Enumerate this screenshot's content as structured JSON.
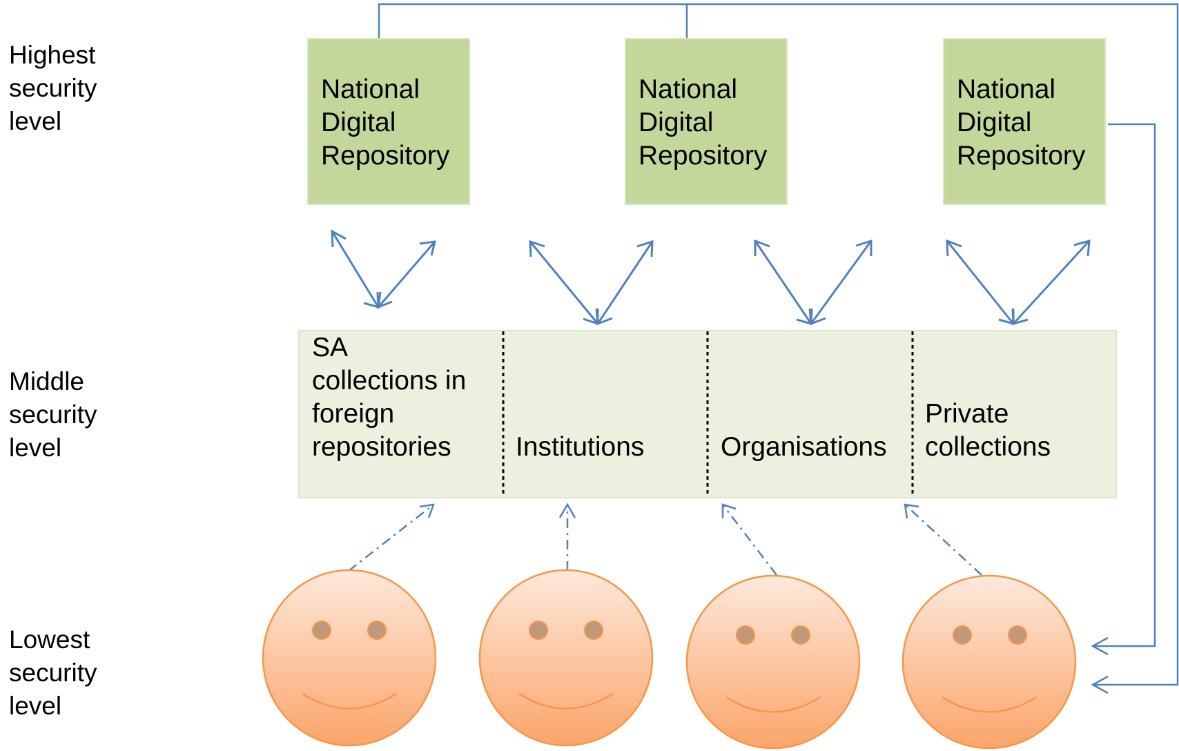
{
  "levels": {
    "highest": [
      "Highest",
      "security",
      "level"
    ],
    "middle": [
      "Middle",
      "security",
      "level"
    ],
    "lowest": [
      "Lowest",
      "security",
      "level"
    ]
  },
  "repositories": [
    {
      "lines": [
        "National",
        "Digital",
        "Repository"
      ]
    },
    {
      "lines": [
        "National",
        "Digital",
        "Repository"
      ]
    },
    {
      "lines": [
        "National",
        "Digital",
        "Repository"
      ]
    }
  ],
  "middle_segments": [
    {
      "lines": [
        "SA",
        "collections in",
        "foreign",
        "repositories"
      ]
    },
    {
      "lines": [
        "Institutions"
      ]
    },
    {
      "lines": [
        "Organisations"
      ]
    },
    {
      "lines": [
        "Private",
        "collections"
      ]
    }
  ],
  "users": [
    "smiley-face",
    "smiley-face",
    "smiley-face",
    "smiley-face"
  ],
  "colors": {
    "repository_fill": "#c4d79b",
    "middle_fill": "#ebf1de",
    "arrow": "#4f81bd",
    "face_fill": "#fcb98a",
    "face_outline": "#f79646",
    "eye": "#c0987a"
  }
}
